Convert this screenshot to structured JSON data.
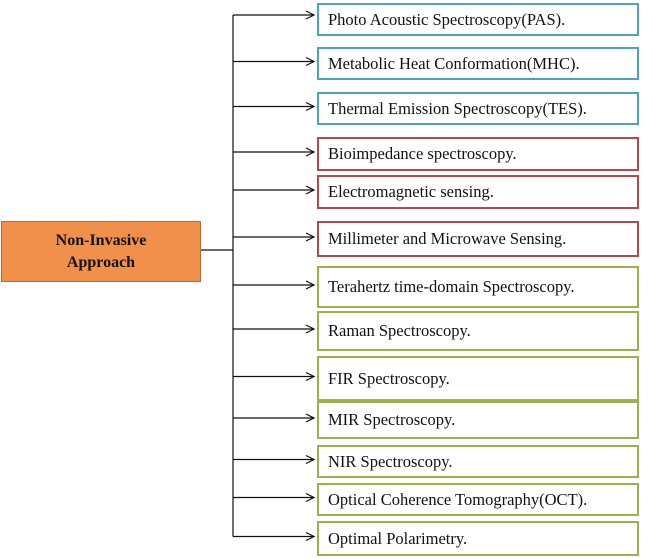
{
  "root": {
    "label": "Non-Invasive Approach",
    "color": "#f0904a"
  },
  "group_colors": {
    "teal": "#4aa6b5",
    "red": "#b5484a",
    "green": "#9bb24a"
  },
  "items": [
    {
      "label": "Photo Acoustic Spectroscopy(PAS).",
      "group": "teal"
    },
    {
      "label": "Metabolic Heat Conformation(MHC).",
      "group": "teal"
    },
    {
      "label": "Thermal Emission Spectroscopy(TES).",
      "group": "teal"
    },
    {
      "label": "Bioimpedance spectroscopy.",
      "group": "red"
    },
    {
      "label": "Electromagnetic sensing.",
      "group": "red"
    },
    {
      "label": "Millimeter and Microwave Sensing.",
      "group": "red"
    },
    {
      "label": "Terahertz time-domain Spectroscopy.",
      "group": "green"
    },
    {
      "label": "Raman Spectroscopy.",
      "group": "green"
    },
    {
      "label": "FIR Spectroscopy.",
      "group": "green"
    },
    {
      "label": "MIR Spectroscopy.",
      "group": "green"
    },
    {
      "label": "NIR Spectroscopy.",
      "group": "green"
    },
    {
      "label": "Optical Coherence Tomography(OCT).",
      "group": "green"
    },
    {
      "label": "Optimal Polarimetry.",
      "group": "green"
    }
  ]
}
